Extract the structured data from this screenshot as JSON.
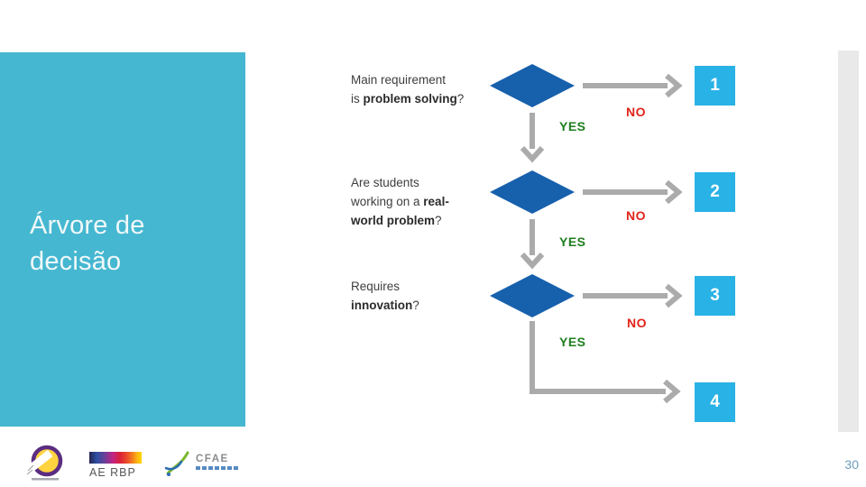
{
  "slide": {
    "title": {
      "line1": "Árvore de",
      "line2": "decisão"
    },
    "page_number": "30"
  },
  "colors": {
    "teal": "#45B7D1",
    "diamond-blue": "#1760AC",
    "box-cyan": "#29B2E5",
    "arrow-gray": "#ABABAB",
    "yes-green": "#1E7E1E",
    "no-red": "#E2231A",
    "text-dark": "#3E3E3E",
    "title-white": "#F1F8F9",
    "strip-gray": "#E9E9E9",
    "page-num-blue": "#6B9FBC"
  },
  "flowchart": {
    "steps": [
      {
        "lines": [
          {
            "pre": "Main requirement",
            "bold": "",
            "post": ""
          },
          {
            "pre": "is ",
            "bold": "problem solving",
            "post": "?"
          }
        ],
        "yes": "YES",
        "no": "NO",
        "result": "1"
      },
      {
        "lines": [
          {
            "pre": "Are students",
            "bold": "",
            "post": ""
          },
          {
            "pre": "working on a ",
            "bold": "real-",
            "post": ""
          },
          {
            "pre": "",
            "bold": "world problem",
            "post": "?"
          }
        ],
        "yes": "YES",
        "no": "NO",
        "result": "2"
      },
      {
        "lines": [
          {
            "pre": "Requires",
            "bold": "",
            "post": ""
          },
          {
            "pre": "",
            "bold": "innovation",
            "post": "?"
          }
        ],
        "yes": "YES",
        "no": "NO",
        "result": "3"
      }
    ],
    "final_result": "4"
  },
  "footer": {
    "logos": [
      {
        "name": "school-crest"
      },
      {
        "name": "aerbp",
        "label": "AE RBP"
      },
      {
        "name": "cfae",
        "label": "CFAE"
      }
    ]
  }
}
